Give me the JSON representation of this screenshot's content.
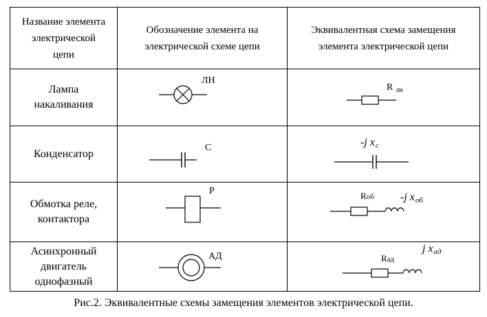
{
  "table": {
    "headers": [
      "Название элемента электрической цепи",
      "Обозначение элемента на электрической схеме цепи",
      "Эквивалентная схема замещения элемента электрической цепи"
    ],
    "rows": [
      {
        "name": "Лампа накаливания",
        "symbol_label": "ЛН",
        "symbol_icon": "lamp-symbol-icon",
        "equiv_label": "R",
        "equiv_sub": "лн",
        "equiv_icon": "resistor-icon"
      },
      {
        "name": "Конденсатор",
        "symbol_label": "С",
        "symbol_icon": "capacitor-symbol-icon",
        "equiv_label": "-j x",
        "equiv_sub": "c",
        "equiv_icon": "capacitor-icon"
      },
      {
        "name": "Обмотка реле, контактора",
        "symbol_label": "Р",
        "symbol_icon": "relay-coil-symbol-icon",
        "equiv_r_label": "R",
        "equiv_r_sub": "об",
        "equiv_x_label": "-j x",
        "equiv_x_sub": "об",
        "equiv_icon": "resistor-inductor-icon"
      },
      {
        "name": "Асинхронный двигатель однофазный",
        "symbol_label": "АД",
        "symbol_icon": "motor-symbol-icon",
        "equiv_r_label": "R",
        "equiv_r_sub": "ад",
        "equiv_x_label": "j x",
        "equiv_x_sub": "ад",
        "equiv_icon": "resistor-inductor-icon"
      }
    ]
  },
  "caption": "Рис.2. Эквивалентные схемы замещения элементов электрической цепи."
}
